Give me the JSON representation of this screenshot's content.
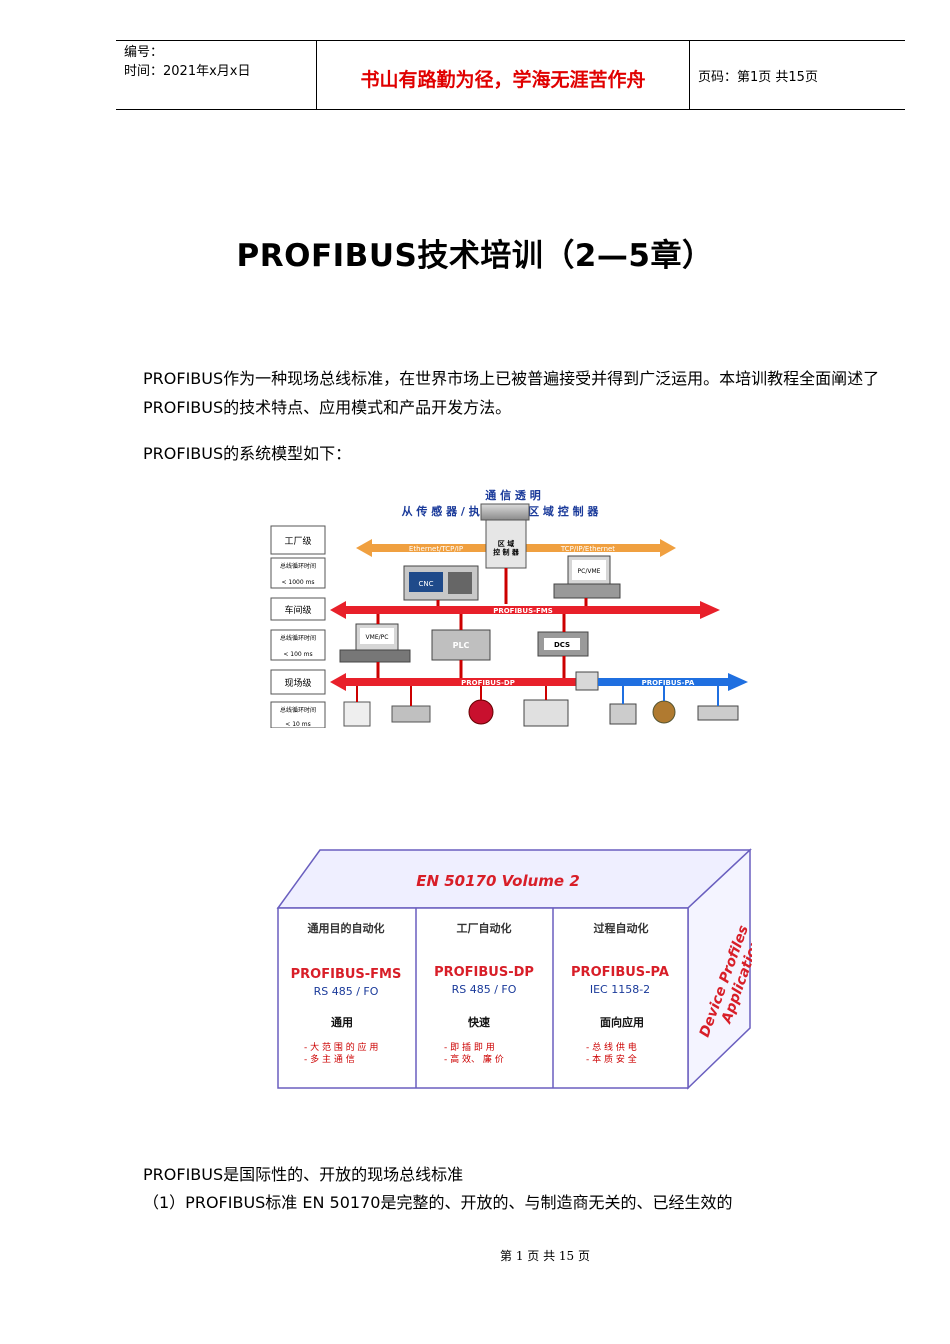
{
  "header": {
    "number_label": "编号：",
    "time_label": "时间：2021年x月x日",
    "motto": "书山有路勤为径，学海无涯苦作舟",
    "page_info": "页码：第1页  共15页"
  },
  "title": "PROFIBUS技术培训（2—5章）",
  "intro_paragraph": "PROFIBUS作为一种现场总线标准，在世界市场上已被普遍接受并得到广泛运用。本培训教程全面阐述了PROFIBUS的技术特点、应用模式和产品开发方法。",
  "model_caption": "PROFIBUS的系统模型如下：",
  "figure1": {
    "title_line1": "通 信 透 明",
    "title_line2": "从 传 感 器 / 执 行 器 到 区 域 控 制 器",
    "levels": [
      "工厂级",
      "车间级",
      "现场级"
    ],
    "cycle_label": "总线循环时间",
    "cycles": [
      "< 1000 ms",
      "< 100 ms",
      "< 10 ms"
    ],
    "area_controller": "区 域\n控 制 器",
    "ethernet_left": "Ethernet/TCP/IP",
    "ethernet_right": "TCP/IP/Ethernet",
    "cnc": "CNC",
    "pcvme": "PC/VME",
    "vmepc": "VME/PC",
    "plc": "PLC",
    "dcs": "DCS",
    "bus_fms": "PROFIBUS-FMS",
    "bus_dp": "PROFIBUS-DP",
    "bus_pa": "PROFIBUS-PA"
  },
  "figure2": {
    "standard": "EN 50170 Volume 2",
    "side_line1": "Device Profiles",
    "side_line2": "Application Profiles",
    "columns": [
      {
        "purpose": "通用目的自动化",
        "name": "PROFIBUS-FMS",
        "medium": "RS 485 / FO",
        "feature": "通用",
        "bullet1": "- 大 范 围 的 应 用",
        "bullet2": "- 多 主 通 信"
      },
      {
        "purpose": "工厂自动化",
        "name": "PROFIBUS-DP",
        "medium": "RS 485 / FO",
        "feature": "快速",
        "bullet1": "- 即 插 即 用",
        "bullet2": "- 高 效、 廉 价"
      },
      {
        "purpose": "过程自动化",
        "name": "PROFIBUS-PA",
        "medium": "IEC 1158-2",
        "feature": "面向应用",
        "bullet1": "- 总 线 供 电",
        "bullet2": "- 本 质 安 全"
      }
    ]
  },
  "para_open": "PROFIBUS是国际性的、开放的现场总线标准",
  "para_1": "（1）PROFIBUS标准 EN 50170是完整的、开放的、与制造商无关的、已经生效的",
  "footer": "第 1 页 共 15 页",
  "colors": {
    "motto": "#e00000",
    "fms_bus": "#e8202a",
    "pa_bus": "#1f6fe0",
    "ethernet": "#f0a040",
    "fig2_box": "#6a5fbf"
  }
}
